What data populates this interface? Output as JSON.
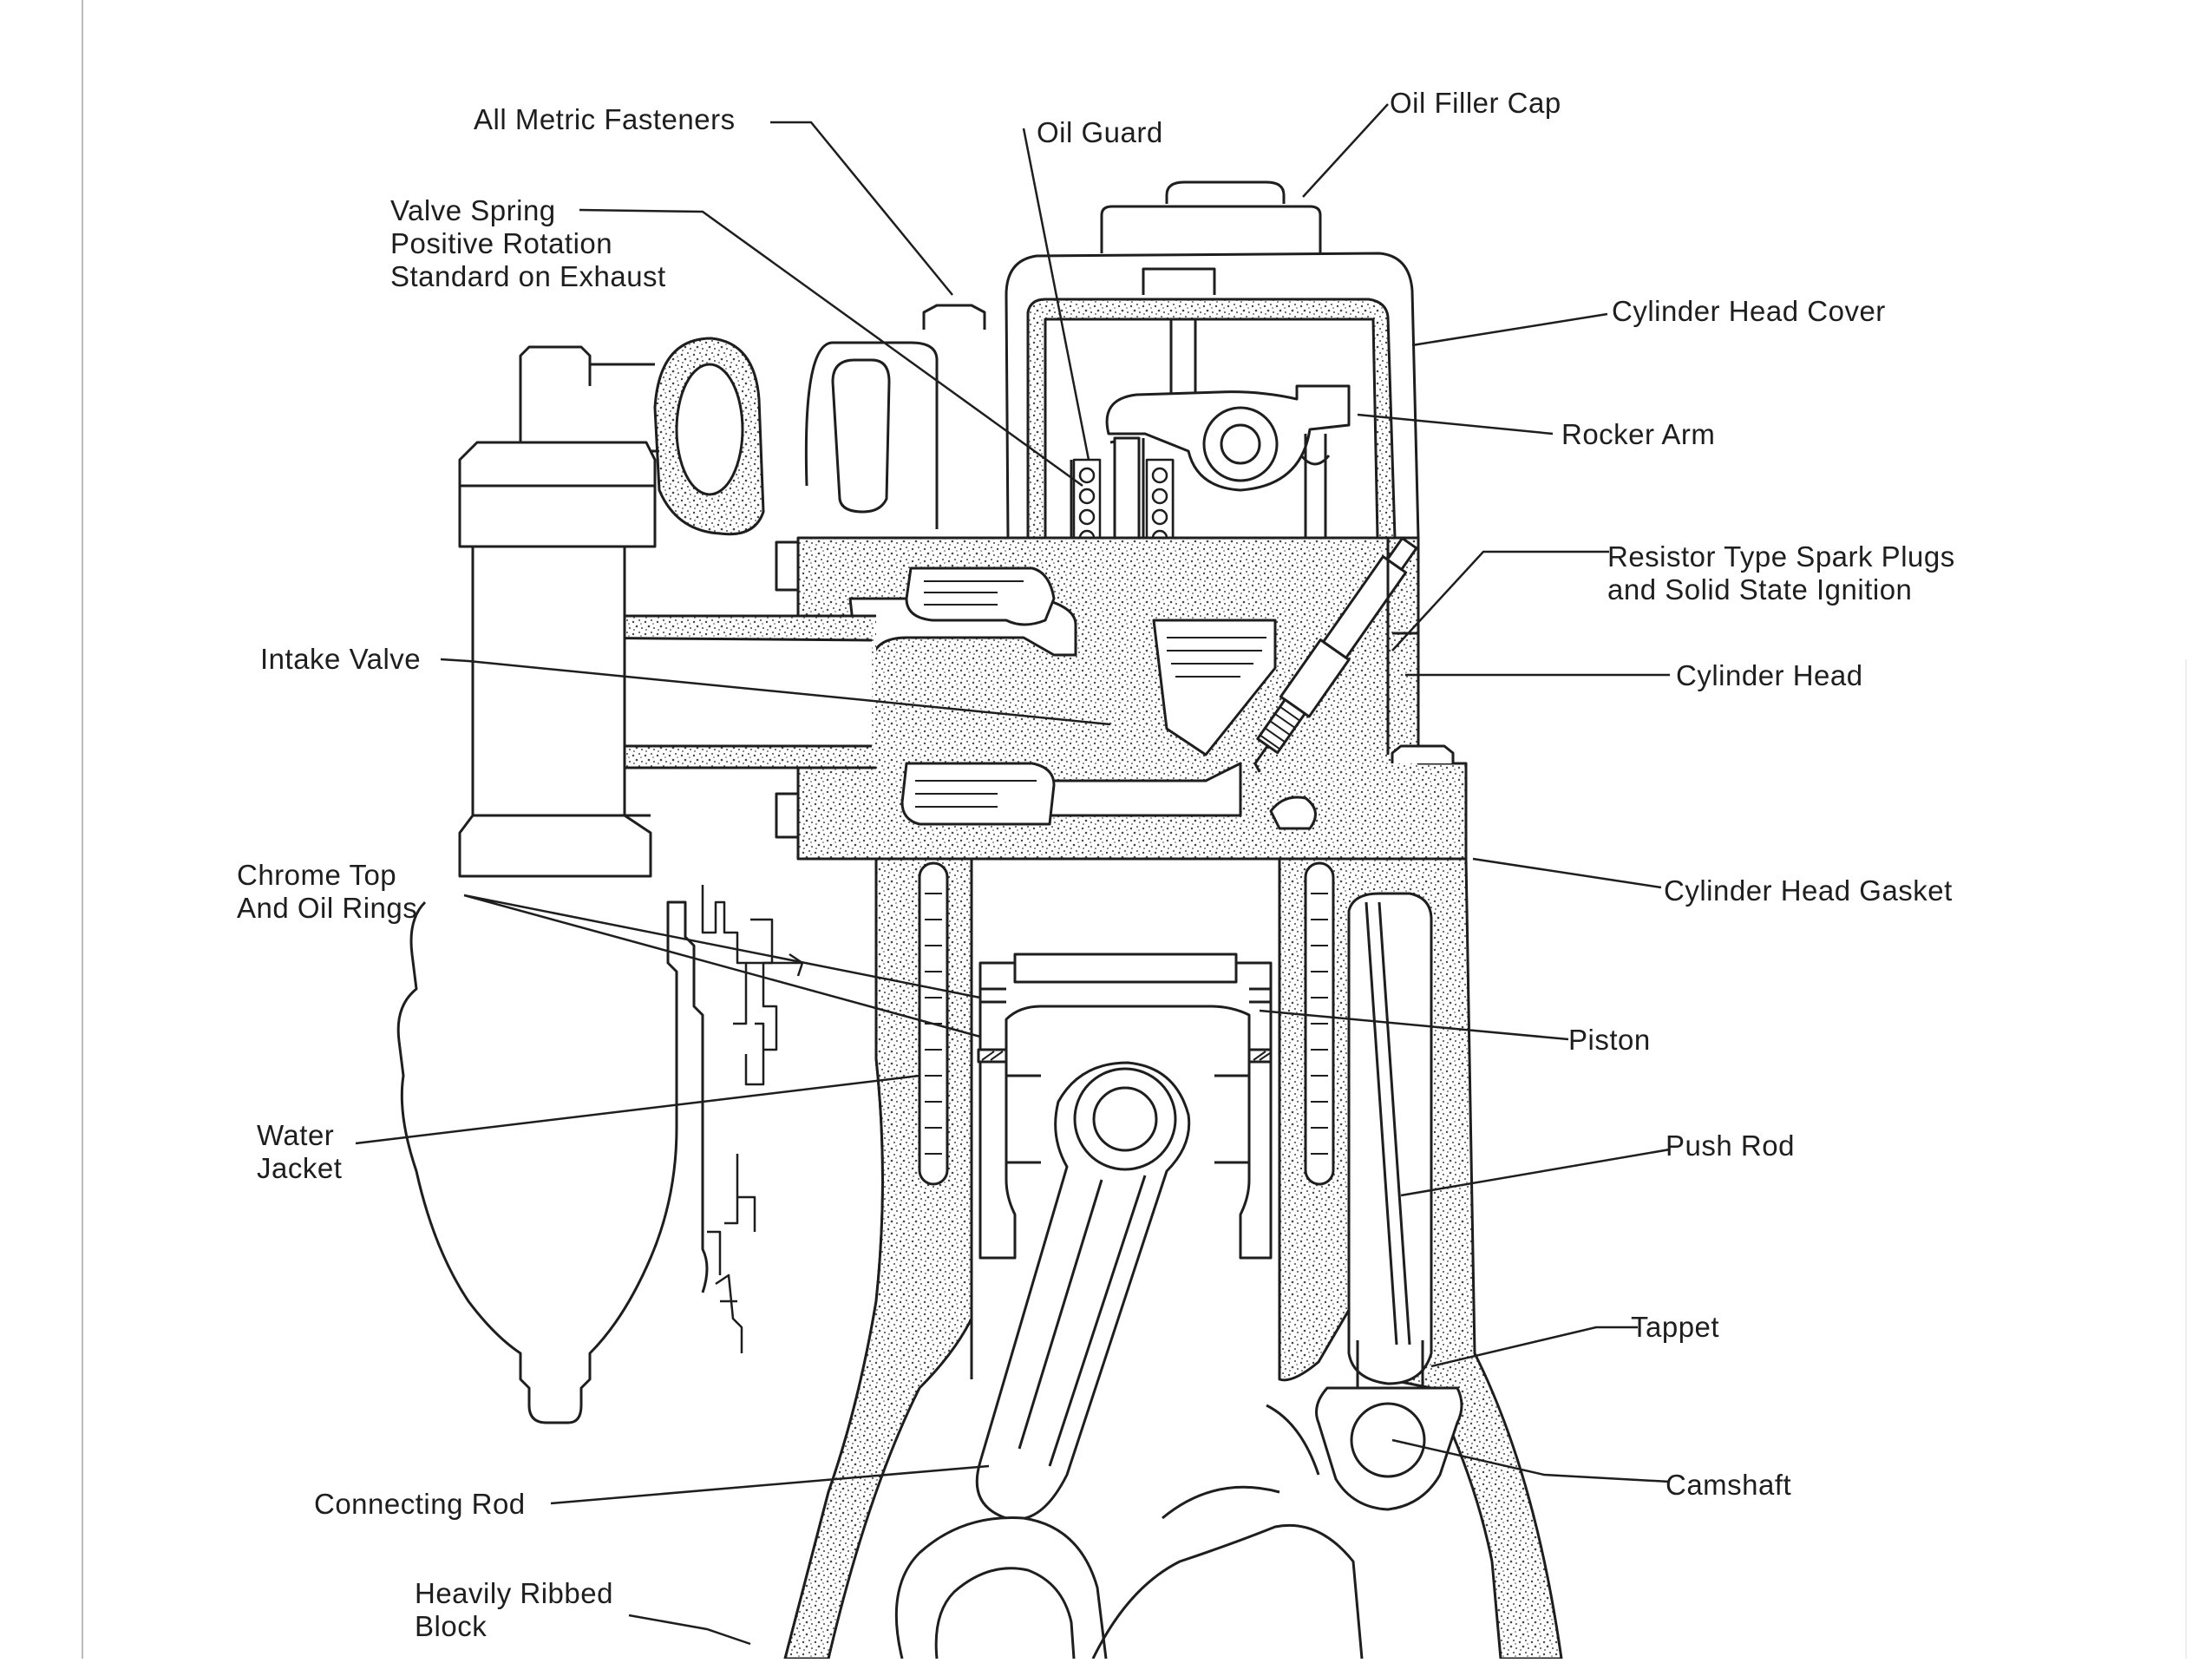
{
  "labels": {
    "all_metric_fasteners": "All Metric Fasteners",
    "oil_guard": "Oil Guard",
    "oil_filler_cap": "Oil Filler Cap",
    "valve_spring_1": "Valve Spring",
    "valve_spring_2": "Positive Rotation",
    "valve_spring_3": "Standard on Exhaust",
    "cylinder_head_cover": "Cylinder Head Cover",
    "rocker_arm": "Rocker Arm",
    "spark_plugs_1": "Resistor Type Spark Plugs",
    "spark_plugs_2": "and Solid State Ignition",
    "intake_valve": "Intake Valve",
    "cylinder_head": "Cylinder Head",
    "chrome_top_1": "Chrome Top",
    "chrome_top_2": "And Oil Rings",
    "cylinder_head_gasket": "Cylinder Head Gasket",
    "piston": "Piston",
    "water_jacket_1": "Water",
    "water_jacket_2": "Jacket",
    "push_rod": "Push Rod",
    "tappet": "Tappet",
    "camshaft": "Camshaft",
    "connecting_rod": "Connecting Rod",
    "ribbed_block_1": "Heavily Ribbed",
    "ribbed_block_2": "Block"
  },
  "colors": {
    "line": "#1e1e1e",
    "stipple": "#555555",
    "background": "#ffffff"
  }
}
